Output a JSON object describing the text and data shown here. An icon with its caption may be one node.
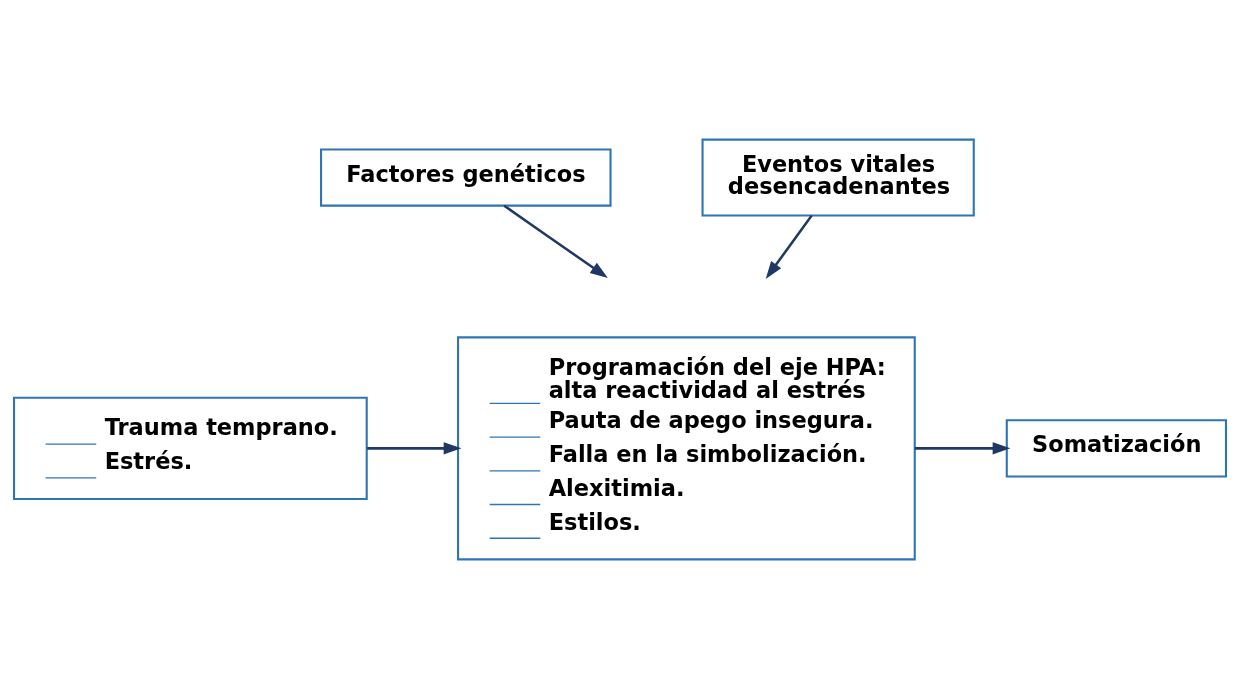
{
  "diagram": {
    "nodes": [
      {
        "text": [
          "Factores genéticos"
        ]
      },
      {
        "text": [
          "Eventos vitales desencadenantes"
        ]
      },
      {
        "text": [
          "Trauma temprano.",
          "Estrés."
        ]
      },
      {
        "text": [
          "Programación del eje HPA: alta reactividad al estrés",
          "Pauta de apego insegura.",
          "Falla en la simbolización.",
          "Alexitimia.",
          "Estilos."
        ]
      },
      {
        "text": [
          "Somatización"
        ]
      }
    ],
    "edges": [
      {
        "from": 0,
        "to": null,
        "arrow": "to"
      },
      {
        "from": 1,
        "to": null,
        "arrow": "to"
      },
      {
        "from": 2,
        "to": 3,
        "arrow": "to"
      },
      {
        "from": 3,
        "to": 4,
        "arrow": "to"
      }
    ]
  }
}
